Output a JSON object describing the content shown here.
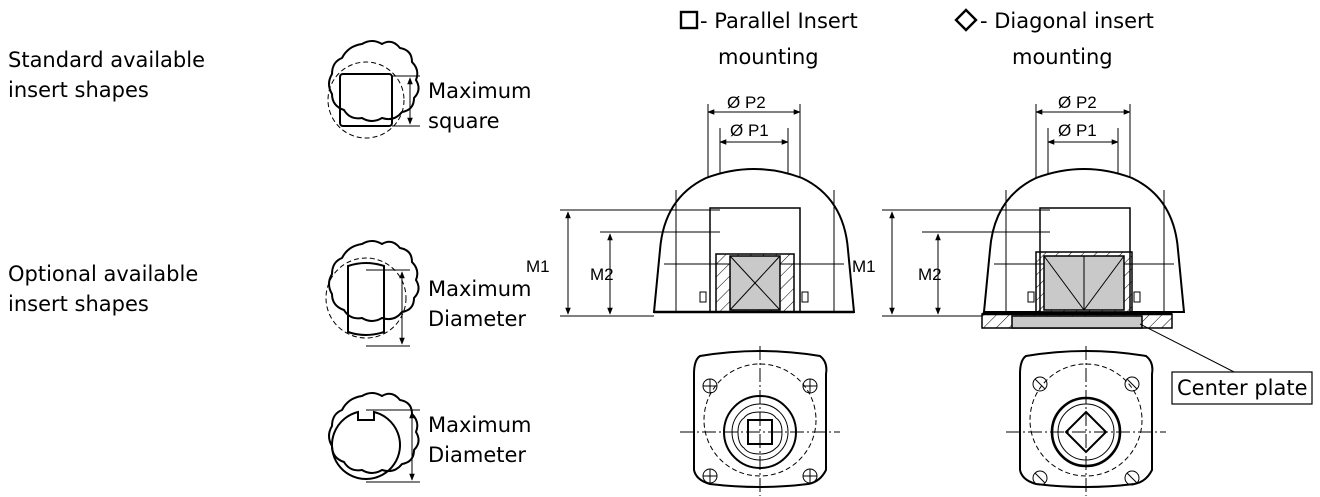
{
  "labels": {
    "standard_line1": "Standard available",
    "standard_line2": "insert shapes",
    "optional_line1": "Optional available",
    "optional_line2": "insert shapes",
    "max_square_line1": "Maximum",
    "max_square_line2": "square",
    "max_diam1_line1": "Maximum",
    "max_diam1_line2": "Diameter",
    "max_diam2_line1": "Maximum",
    "max_diam2_line2": "Diameter",
    "parallel_line1": "- Parallel Insert",
    "parallel_line2": "mounting",
    "diagonal_line1": "- Diagonal insert",
    "diagonal_line2": "mounting",
    "center_plate": "Center plate"
  },
  "dimensions": {
    "p2": "Ø P2",
    "p1": "Ø P1",
    "m1": "M1",
    "m2": "M2"
  },
  "icons": {
    "parallel": "square-outline-icon",
    "diagonal": "diamond-outline-icon"
  }
}
